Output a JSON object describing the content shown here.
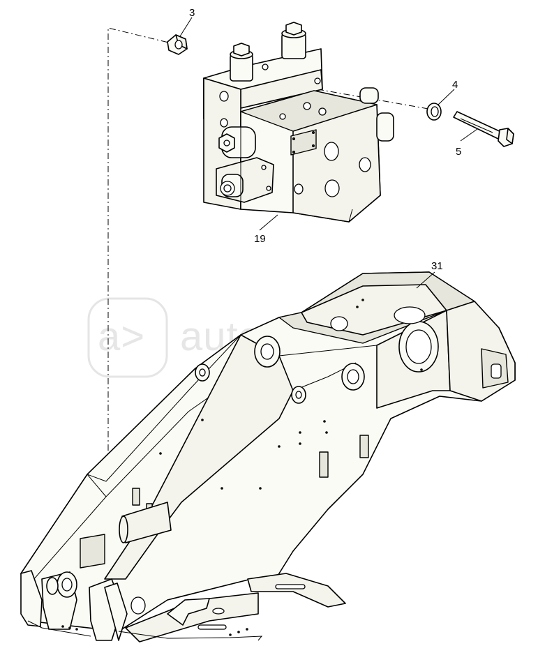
{
  "callouts": [
    {
      "id": "3",
      "label": "3"
    },
    {
      "id": "4",
      "label": "4"
    },
    {
      "id": "5",
      "label": "5"
    },
    {
      "id": "19",
      "label": "19"
    },
    {
      "id": "31",
      "label": "31"
    }
  ],
  "watermark": {
    "text": "autopiter.ru",
    "logo": "a>"
  }
}
